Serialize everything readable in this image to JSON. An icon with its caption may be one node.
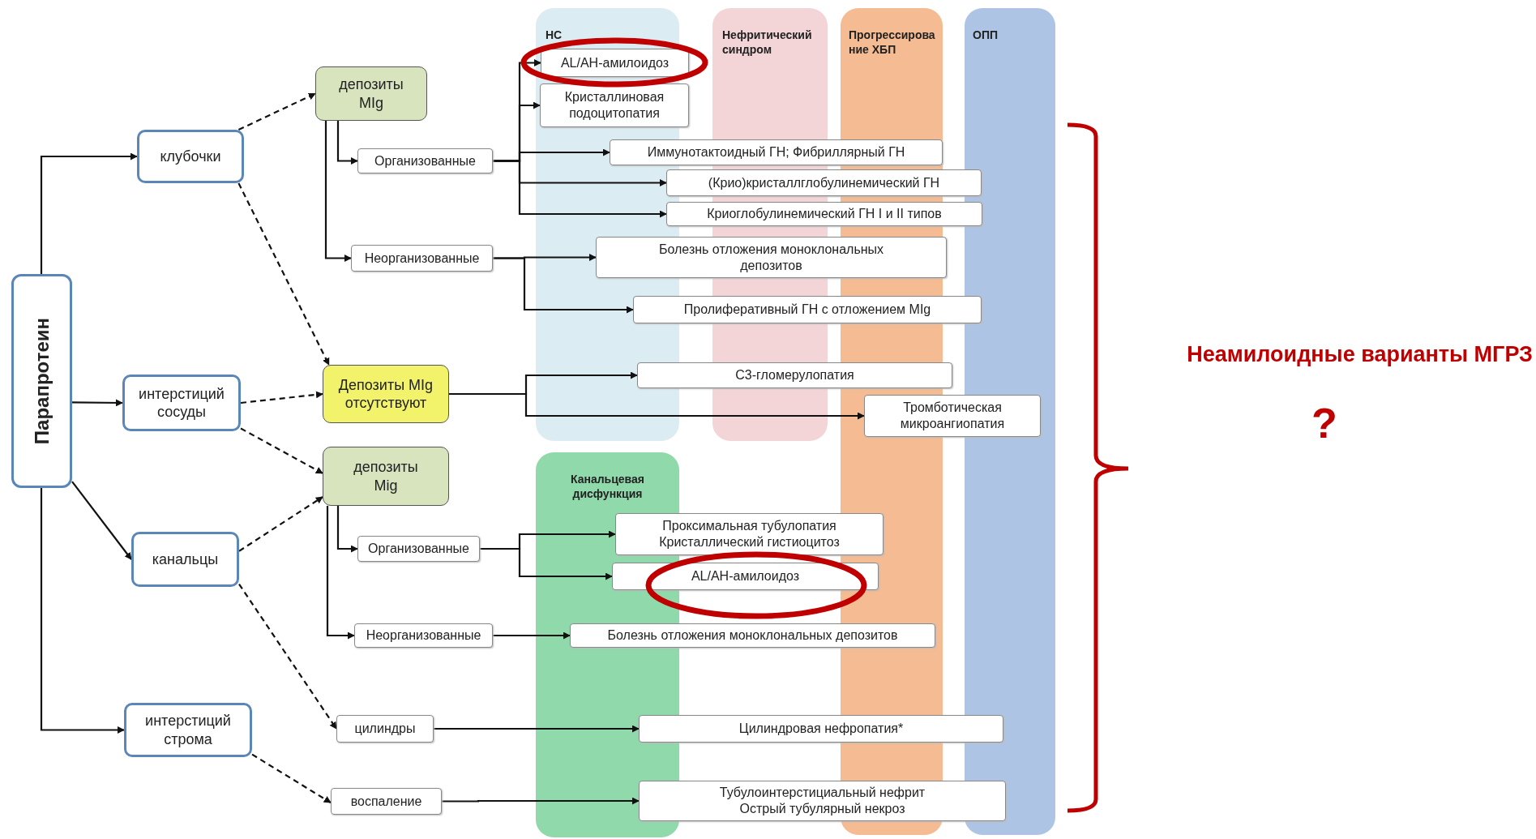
{
  "diagram": {
    "nodes": [
      {
        "text": [
          "Парапротеин"
        ]
      },
      {
        "text": [
          "клубочки"
        ]
      },
      {
        "text": [
          "интерстиций сосуды"
        ]
      },
      {
        "text": [
          "канальцы"
        ]
      },
      {
        "text": [
          "интерстиций строма"
        ]
      },
      {
        "text": [
          "депозиты MIg"
        ]
      },
      {
        "text": [
          "Организованные"
        ]
      },
      {
        "text": [
          "Неорганизованные"
        ]
      },
      {
        "text": [
          "AL/AH-амилоидоз"
        ]
      },
      {
        "text": [
          "Кристаллиновая подоцитопатия"
        ]
      },
      {
        "text": [
          "Иммунотактоидный ГН; Фибриллярный ГН"
        ]
      },
      {
        "text": [
          "(Крио)кристаллглобулинемический ГН"
        ]
      },
      {
        "text": [
          "Криоглобулинемический ГН I и II типов"
        ]
      },
      {
        "text": [
          "Болезнь отложения моноклональных депозитов"
        ]
      },
      {
        "text": [
          "Пролиферативный ГН с отложением MIg"
        ]
      },
      {
        "text": [
          "Депозиты MIg отсутствуют"
        ]
      },
      {
        "text": [
          "С3-гломерулопатия"
        ]
      },
      {
        "text": [
          "Тромботическая микроангиопатия"
        ]
      },
      {
        "text": [
          "депозиты Mig"
        ]
      },
      {
        "text": [
          "Организованные"
        ]
      },
      {
        "text": [
          "Неорганизованные"
        ]
      },
      {
        "text": [
          "Проксимальная тубулопатия Кристаллический гистиоцитоз"
        ]
      },
      {
        "text": [
          "AL/AH-амилоидоз"
        ]
      },
      {
        "text": [
          "Болезнь отложения моноклональных депозитов"
        ]
      },
      {
        "text": [
          "цилиндры"
        ]
      },
      {
        "text": [
          "Цилиндровая нефропатия*"
        ]
      },
      {
        "text": [
          "воспаление"
        ]
      },
      {
        "text": [
          "Тубулоинтерстициальный нефрит Острый тубулярный некроз"
        ]
      }
    ],
    "edges": [
      {
        "from": 0,
        "to": 1,
        "arrow": "to"
      },
      {
        "from": 0,
        "to": 2,
        "arrow": "to"
      },
      {
        "from": 0,
        "to": 3,
        "arrow": "to"
      },
      {
        "from": 0,
        "to": 4,
        "arrow": "to"
      },
      {
        "from": 1,
        "to": 5,
        "arrow": "to",
        "style": "dashed"
      },
      {
        "from": 1,
        "to": 15,
        "arrow": "to",
        "style": "dashed"
      },
      {
        "from": 2,
        "to": 15,
        "arrow": "to",
        "style": "dashed"
      },
      {
        "from": 2,
        "to": 18,
        "arrow": "to",
        "style": "dashed"
      },
      {
        "from": 3,
        "to": 18,
        "arrow": "to",
        "style": "dashed"
      },
      {
        "from": 3,
        "to": 24,
        "arrow": "to",
        "style": "dashed"
      },
      {
        "from": 4,
        "to": 26,
        "arrow": "to",
        "style": "dashed"
      },
      {
        "from": 5,
        "to": 6,
        "arrow": "to"
      },
      {
        "from": 5,
        "to": 7,
        "arrow": "to"
      },
      {
        "from": 6,
        "to": 8,
        "arrow": "to"
      },
      {
        "from": 6,
        "to": 9,
        "arrow": "to"
      },
      {
        "from": 6,
        "to": 10,
        "arrow": "to"
      },
      {
        "from": 6,
        "to": 11,
        "arrow": "to"
      },
      {
        "from": 6,
        "to": 12,
        "arrow": "to"
      },
      {
        "from": 7,
        "to": 13,
        "arrow": "to"
      },
      {
        "from": 7,
        "to": 14,
        "arrow": "to"
      },
      {
        "from": 15,
        "to": 16,
        "arrow": "to"
      },
      {
        "from": 15,
        "to": 17,
        "arrow": "to"
      },
      {
        "from": 18,
        "to": 19,
        "arrow": "to"
      },
      {
        "from": 18,
        "to": 20,
        "arrow": "to"
      },
      {
        "from": 19,
        "to": 21,
        "arrow": "to"
      },
      {
        "from": 19,
        "to": 22,
        "arrow": "to"
      },
      {
        "from": 20,
        "to": 23,
        "arrow": "to"
      },
      {
        "from": 24,
        "to": 25,
        "arrow": "to"
      },
      {
        "from": 26,
        "to": 27,
        "arrow": "to"
      }
    ],
    "labels": [
      "НС",
      "Нефритический синдром",
      "Прогрессирование ХБП",
      "ОПП",
      "Канальцевая дисфункция",
      "Неамилоидные варианты МГРЗ",
      "?"
    ]
  }
}
